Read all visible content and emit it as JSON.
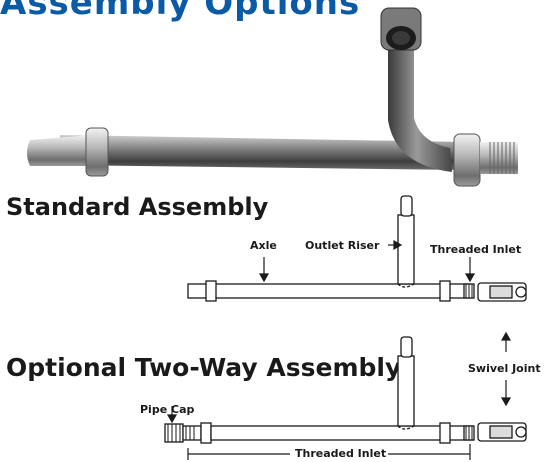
{
  "page_title": "Assembly Options",
  "standard": {
    "heading": "Standard Assembly",
    "labels": {
      "axle": "Axle",
      "outlet_riser": "Outlet Riser",
      "threaded_inlet": "Threaded Inlet"
    }
  },
  "optional": {
    "heading": "Optional Two-Way Assembly",
    "labels": {
      "pipe_cap": "Pipe Cap",
      "swivel_joint": "Swivel Joint",
      "threaded_inlet": "Threaded Inlet"
    }
  },
  "colors": {
    "title_blue": "#0a5aa6",
    "ink": "#1a1a1a"
  }
}
